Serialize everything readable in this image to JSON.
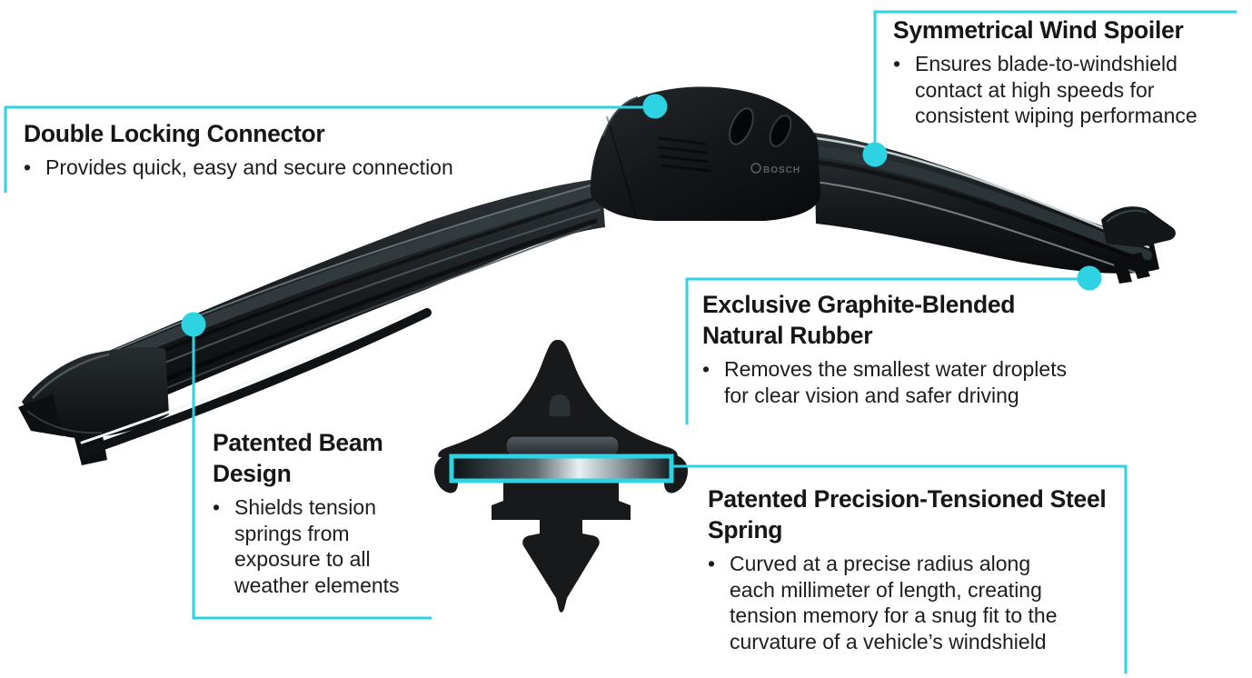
{
  "colors": {
    "accent": "#2ed3e3",
    "background": "#ffffff",
    "text": "#1a1a1a"
  },
  "ui": {
    "bullet_marker": "•"
  },
  "product": {
    "brand_label": "BOSCH"
  },
  "callouts": {
    "wind_spoiler": {
      "title": "Symmetrical Wind Spoiler",
      "bullet": "Ensures blade-to-windshield contact at high speeds for consistent wiping performance"
    },
    "connector": {
      "title": "Double Locking Connector",
      "bullet": "Provides quick, easy and secure connection"
    },
    "rubber": {
      "title": "Exclusive Graphite-Blended Natural Rubber",
      "bullet": "Removes the smallest water droplets for clear vision and safer driving"
    },
    "beam": {
      "title": "Patented Beam Design",
      "bullet": "Shields tension springs from exposure to all weather elements"
    },
    "spring": {
      "title": "Patented Precision-Tensioned Steel Spring",
      "bullet": "Curved at a precise radius along each millimeter of length, creating tension memory for a snug fit to the curvature of a vehicle’s windshield"
    }
  }
}
